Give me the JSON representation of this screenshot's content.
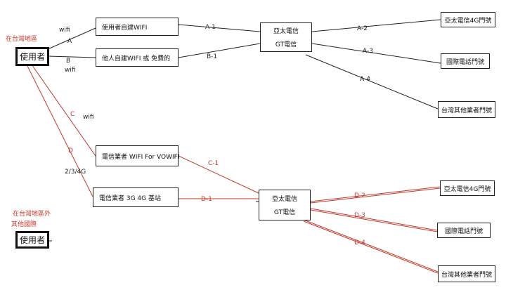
{
  "colors": {
    "black": "#222222",
    "red": "#c0392b"
  },
  "region_inside": "在台灣地區",
  "region_outside": [
    "在台灣地區外",
    "其他國際"
  ],
  "user_label": "使用者",
  "boxes": {
    "own_wifi": "使用者自建WIFI",
    "other_wifi": "他人自建WIFI 或 免費的",
    "carrier_top": [
      "亞太電信",
      "GT電信"
    ],
    "vowifi": "電信業者  WIFI  For VOWIFI",
    "base_station": "電信業者 3G 4G 基站",
    "carrier_bottom": [
      "亞太電信",
      "GT電信"
    ],
    "dest_4g": "亞太電信4G門號",
    "dest_intl": "國際電話門號",
    "dest_other": "台灣其他業者門號"
  },
  "labels": {
    "wifi_a": "wifi",
    "a": "A",
    "b": "B",
    "wifi_b": "wifi",
    "c": "C",
    "wifi_c": "wifi",
    "d": "D",
    "g": "2/3/4G",
    "a1": "A-1",
    "b1": "B-1",
    "a2": "A-2",
    "a3": "A-3",
    "a4": "A-4",
    "c1": "C-1",
    "d1": "D-1",
    "d2": "D-2",
    "d3": "D-3",
    "d4": "D-4"
  }
}
